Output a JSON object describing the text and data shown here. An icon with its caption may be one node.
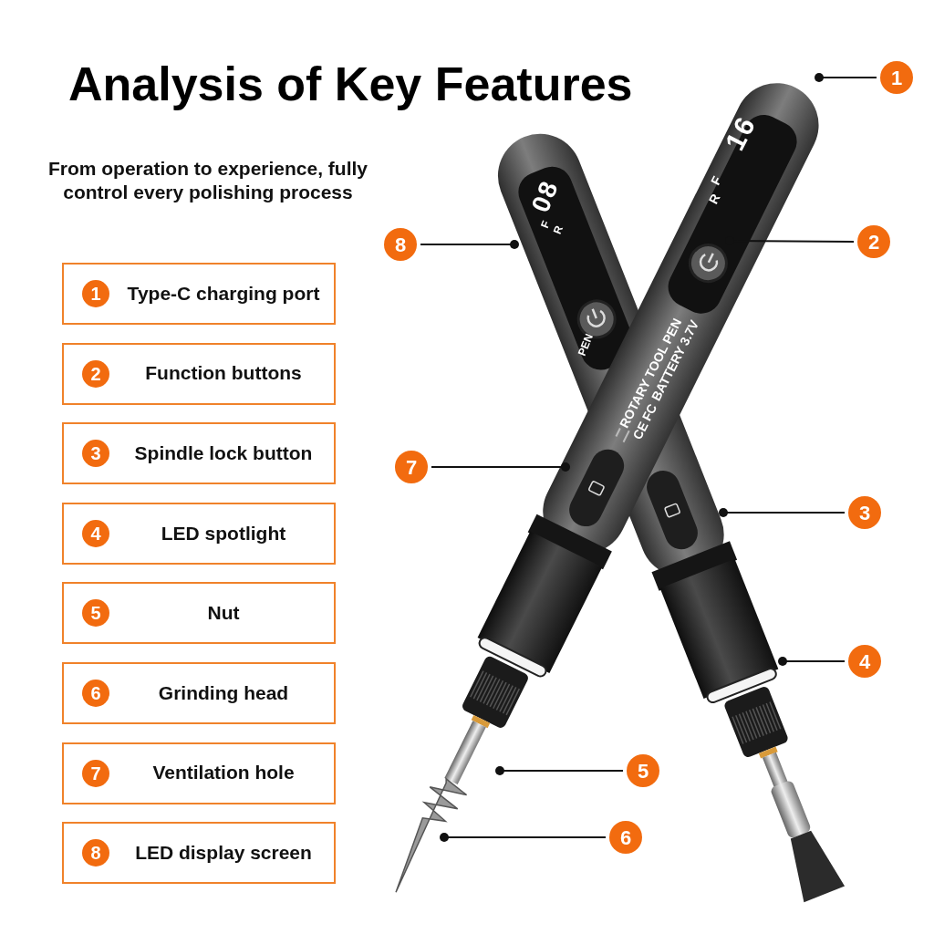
{
  "diagram": {
    "title": "Analysis of Key Features",
    "caption": "From operation to experience, fully control every polishing process",
    "nodes": [
      {
        "text": [
          "1",
          "Type-C charging port"
        ]
      },
      {
        "text": [
          "2",
          "Function buttons"
        ]
      },
      {
        "text": [
          "3",
          "Spindle lock button"
        ]
      },
      {
        "text": [
          "4",
          "LED spotlight"
        ]
      },
      {
        "text": [
          "5",
          "Nut"
        ]
      },
      {
        "text": [
          "6",
          "Grinding head"
        ]
      },
      {
        "text": [
          "7",
          "Ventilation hole"
        ]
      },
      {
        "text": [
          "8",
          "LED display screen"
        ]
      },
      {
        "text": [
          "1"
        ]
      },
      {
        "text": [
          "2"
        ]
      },
      {
        "text": [
          "3"
        ]
      },
      {
        "text": [
          "4"
        ]
      },
      {
        "text": [
          "5"
        ]
      },
      {
        "text": [
          "6"
        ]
      },
      {
        "text": [
          "7"
        ]
      },
      {
        "text": [
          "8"
        ]
      }
    ],
    "edges": [
      {
        "from": 8,
        "to": null,
        "arrow": "other"
      },
      {
        "from": 9,
        "to": null,
        "arrow": "other"
      },
      {
        "from": 10,
        "to": null,
        "arrow": "other"
      },
      {
        "from": 11,
        "to": null,
        "arrow": "other"
      },
      {
        "from": 12,
        "to": null,
        "arrow": "other"
      },
      {
        "from": 13,
        "to": null,
        "arrow": "other"
      },
      {
        "from": 14,
        "to": null,
        "arrow": "other"
      },
      {
        "from": 15,
        "to": null,
        "arrow": "other"
      }
    ],
    "labels": [
      "16",
      "F",
      "R",
      "08",
      "F",
      "R",
      "PEN",
      "ROTARY TOOL PEN",
      "CE",
      "FC",
      "BATTERY 3.7V"
    ]
  }
}
